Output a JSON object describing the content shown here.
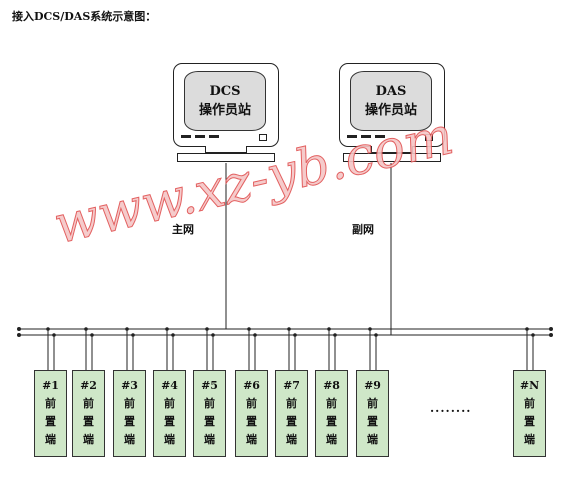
{
  "title": "接入DCS/DAS系统示意图：",
  "stations": [
    {
      "name": "DCS",
      "role": "操作员站"
    },
    {
      "name": "DAS",
      "role": "操作员站"
    }
  ],
  "networks": {
    "main": "主网",
    "sub": "副网"
  },
  "units": [
    {
      "id": "#1",
      "line1": "前",
      "line2": "置",
      "line3": "端"
    },
    {
      "id": "#2",
      "line1": "前",
      "line2": "置",
      "line3": "端"
    },
    {
      "id": "#3",
      "line1": "前",
      "line2": "置",
      "line3": "端"
    },
    {
      "id": "#4",
      "line1": "前",
      "line2": "置",
      "line3": "端"
    },
    {
      "id": "#5",
      "line1": "前",
      "line2": "置",
      "line3": "端"
    },
    {
      "id": "#6",
      "line1": "前",
      "line2": "置",
      "line3": "端"
    },
    {
      "id": "#7",
      "line1": "前",
      "line2": "置",
      "line3": "端"
    },
    {
      "id": "#8",
      "line1": "前",
      "line2": "置",
      "line3": "端"
    },
    {
      "id": "#9",
      "line1": "前",
      "line2": "置",
      "line3": "端"
    },
    {
      "id": "#N",
      "line1": "前",
      "line2": "置",
      "line3": "端"
    }
  ],
  "ellipsis": "........",
  "watermark": "www.xz-yb.com"
}
